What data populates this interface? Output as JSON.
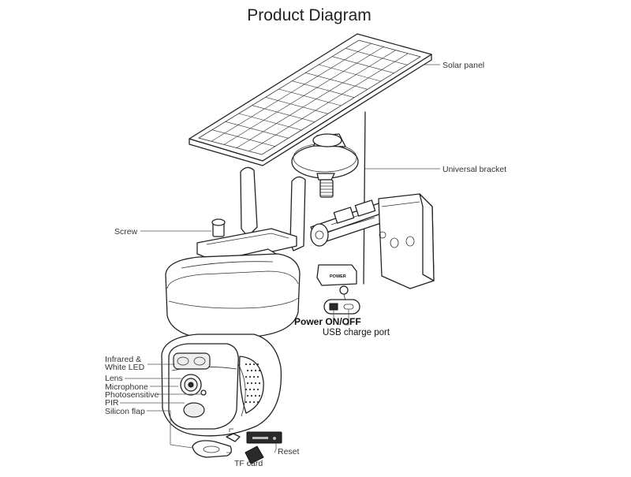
{
  "title": "Product Diagram",
  "labels": {
    "solar_panel": "Solar panel",
    "universal_bracket": "Universal bracket",
    "screw": "Screw",
    "power_badge": "POWER",
    "power_onoff": "Power ON/OFF",
    "usb_charge_port": "USB charge port",
    "infrared_line1": "Infrared &",
    "infrared_line2": "White LED",
    "lens": "Lens",
    "microphone": "Microphone",
    "photosensitive": "Photosensitive",
    "pir": "PIR",
    "silicon_flap": "Silicon flap",
    "reset": "Reset",
    "tf_card": "TF card"
  }
}
